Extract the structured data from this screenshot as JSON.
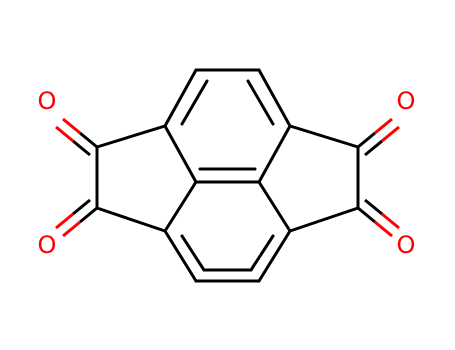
{
  "molecule": {
    "atoms": [
      {
        "id": "o1",
        "element": "O",
        "label": "O"
      },
      {
        "id": "o2",
        "element": "O",
        "label": "O"
      },
      {
        "id": "o3",
        "element": "O",
        "label": "O"
      },
      {
        "id": "o4",
        "element": "O",
        "label": "O"
      }
    ]
  },
  "colors": {
    "bond": "#000000",
    "oxygen": "#ff0000",
    "background": "#ffffff"
  }
}
